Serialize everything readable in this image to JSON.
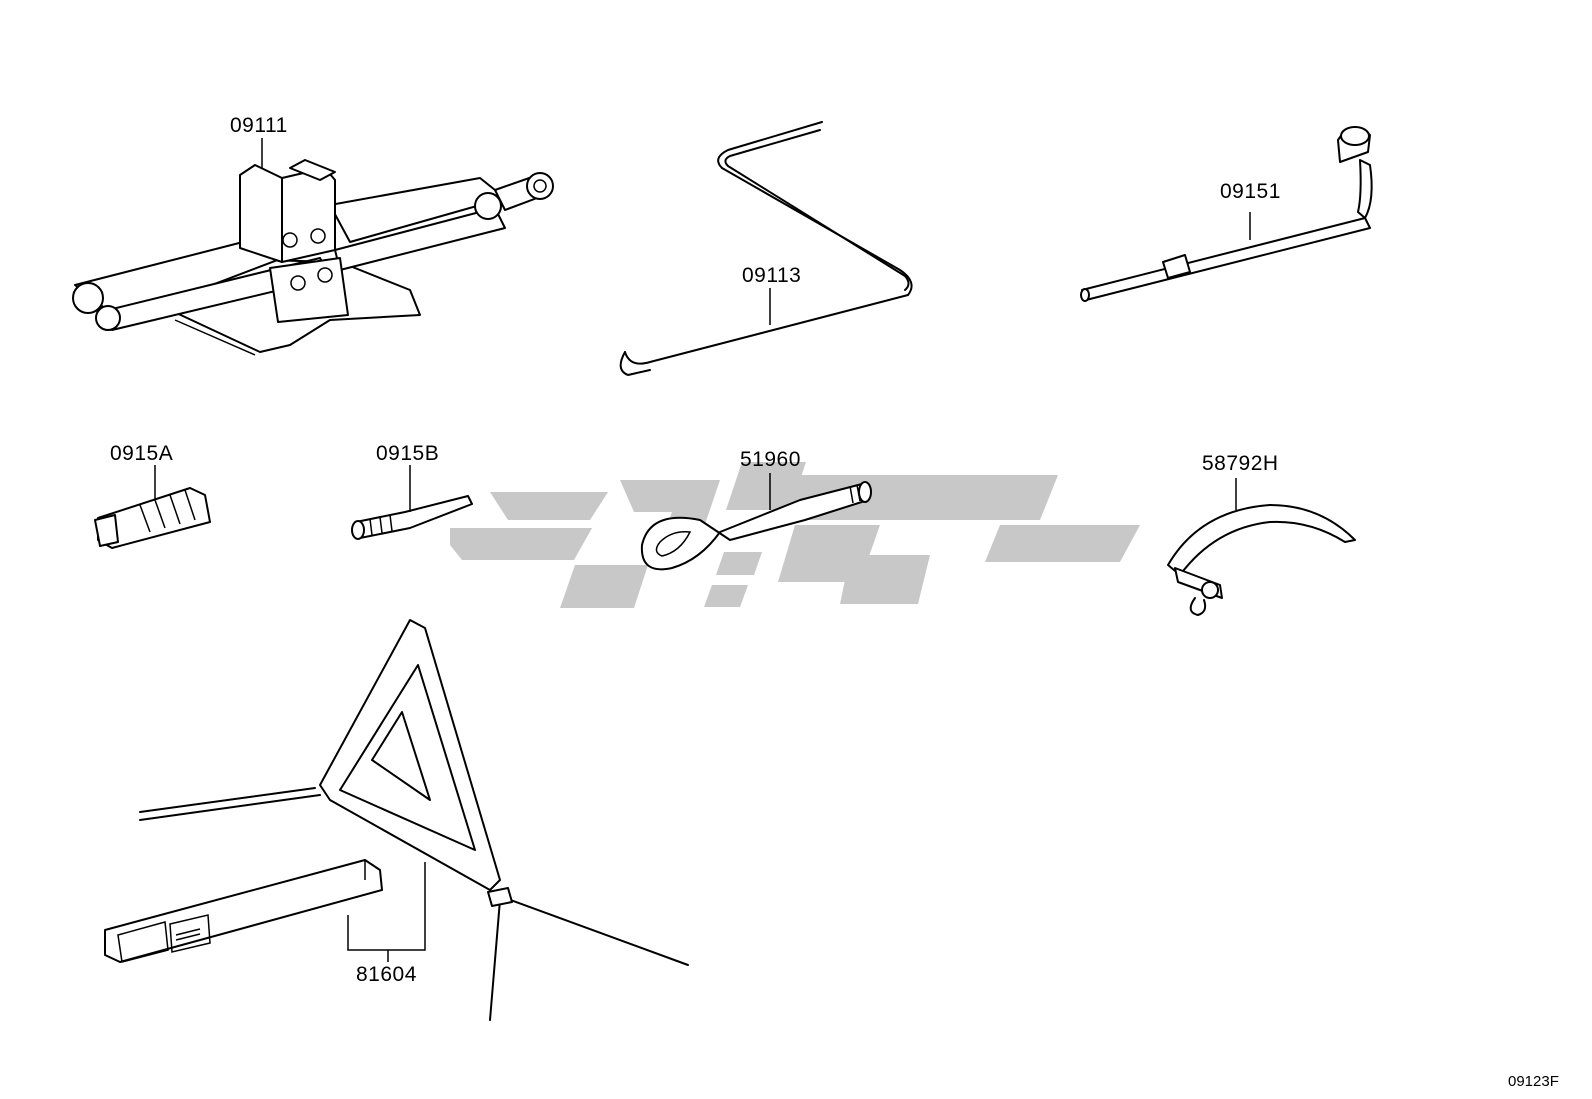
{
  "diagram": {
    "labels": {
      "jack": "09111",
      "jack_handle": "09113",
      "wheel_wrench": "09151",
      "adapter_a": "0915A",
      "adapter_b": "0915B",
      "towing_eye": "51960",
      "hook": "58792H",
      "warning_triangle": "81604"
    },
    "reference_code": "09123F",
    "watermark": {
      "color": "#c8c8c8"
    }
  }
}
